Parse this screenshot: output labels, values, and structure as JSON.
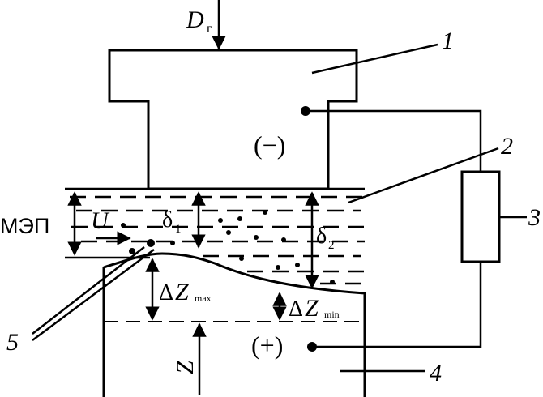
{
  "labels": {
    "d_main": "D",
    "d_sub": "г",
    "cathode_sign": "(−)",
    "anode_sign": "(+)",
    "electrolyte": "МЭП",
    "velocity": "U",
    "gap1_main": "δ",
    "gap1_sub": "1",
    "gap2_main": "δ",
    "gap2_sub": "2",
    "dz_max_delta": "Δ",
    "dz_max_main": "Z",
    "dz_max_sub": "max",
    "dz_min_delta": "Δ",
    "dz_min_main": "Z",
    "dz_min_sub": "min",
    "z": "Z"
  },
  "callouts": {
    "c1": "1",
    "c2": "2",
    "c3": "3",
    "c4": "4",
    "c5": "5"
  },
  "colors": {
    "ink": "#000000",
    "paper": "#ffffff"
  }
}
